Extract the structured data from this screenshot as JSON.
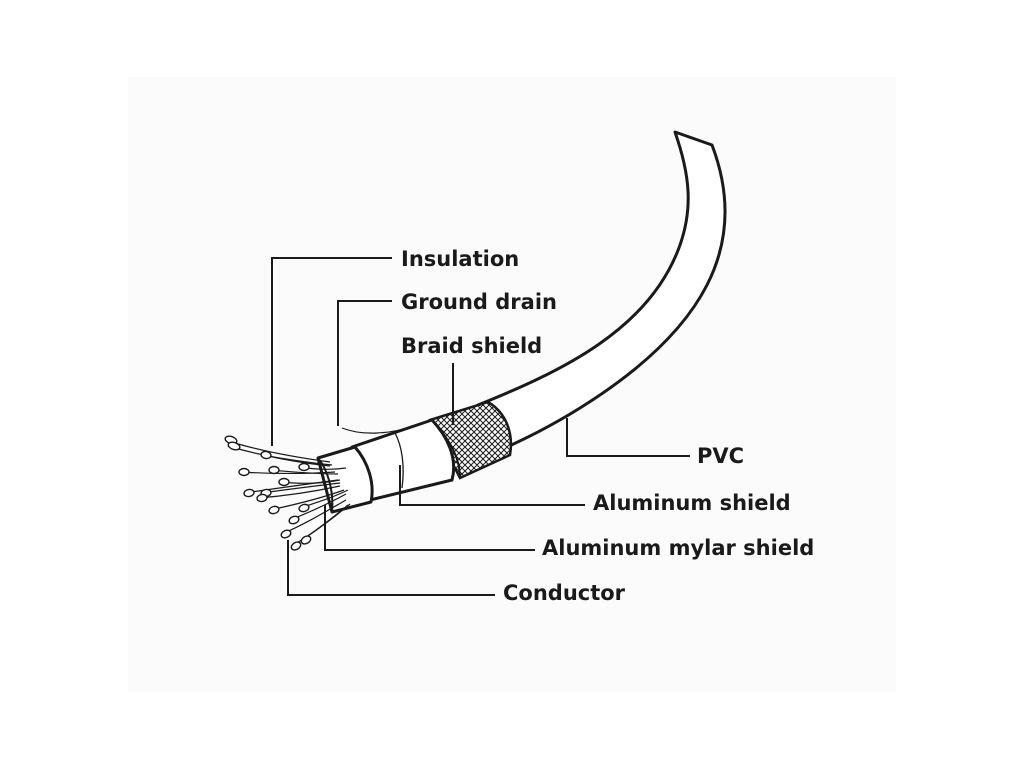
{
  "diagram": {
    "labels": {
      "insulation": "Insulation",
      "ground_drain": "Ground drain",
      "braid_shield": "Braid shield",
      "pvc": "PVC",
      "aluminum_shield": "Aluminum shield",
      "aluminum_mylar_shield": "Aluminum mylar shield",
      "conductor": "Conductor"
    },
    "colors": {
      "ink": "#1a1a1a",
      "background": "#ffffff",
      "panel": "#fbfbfb"
    }
  }
}
